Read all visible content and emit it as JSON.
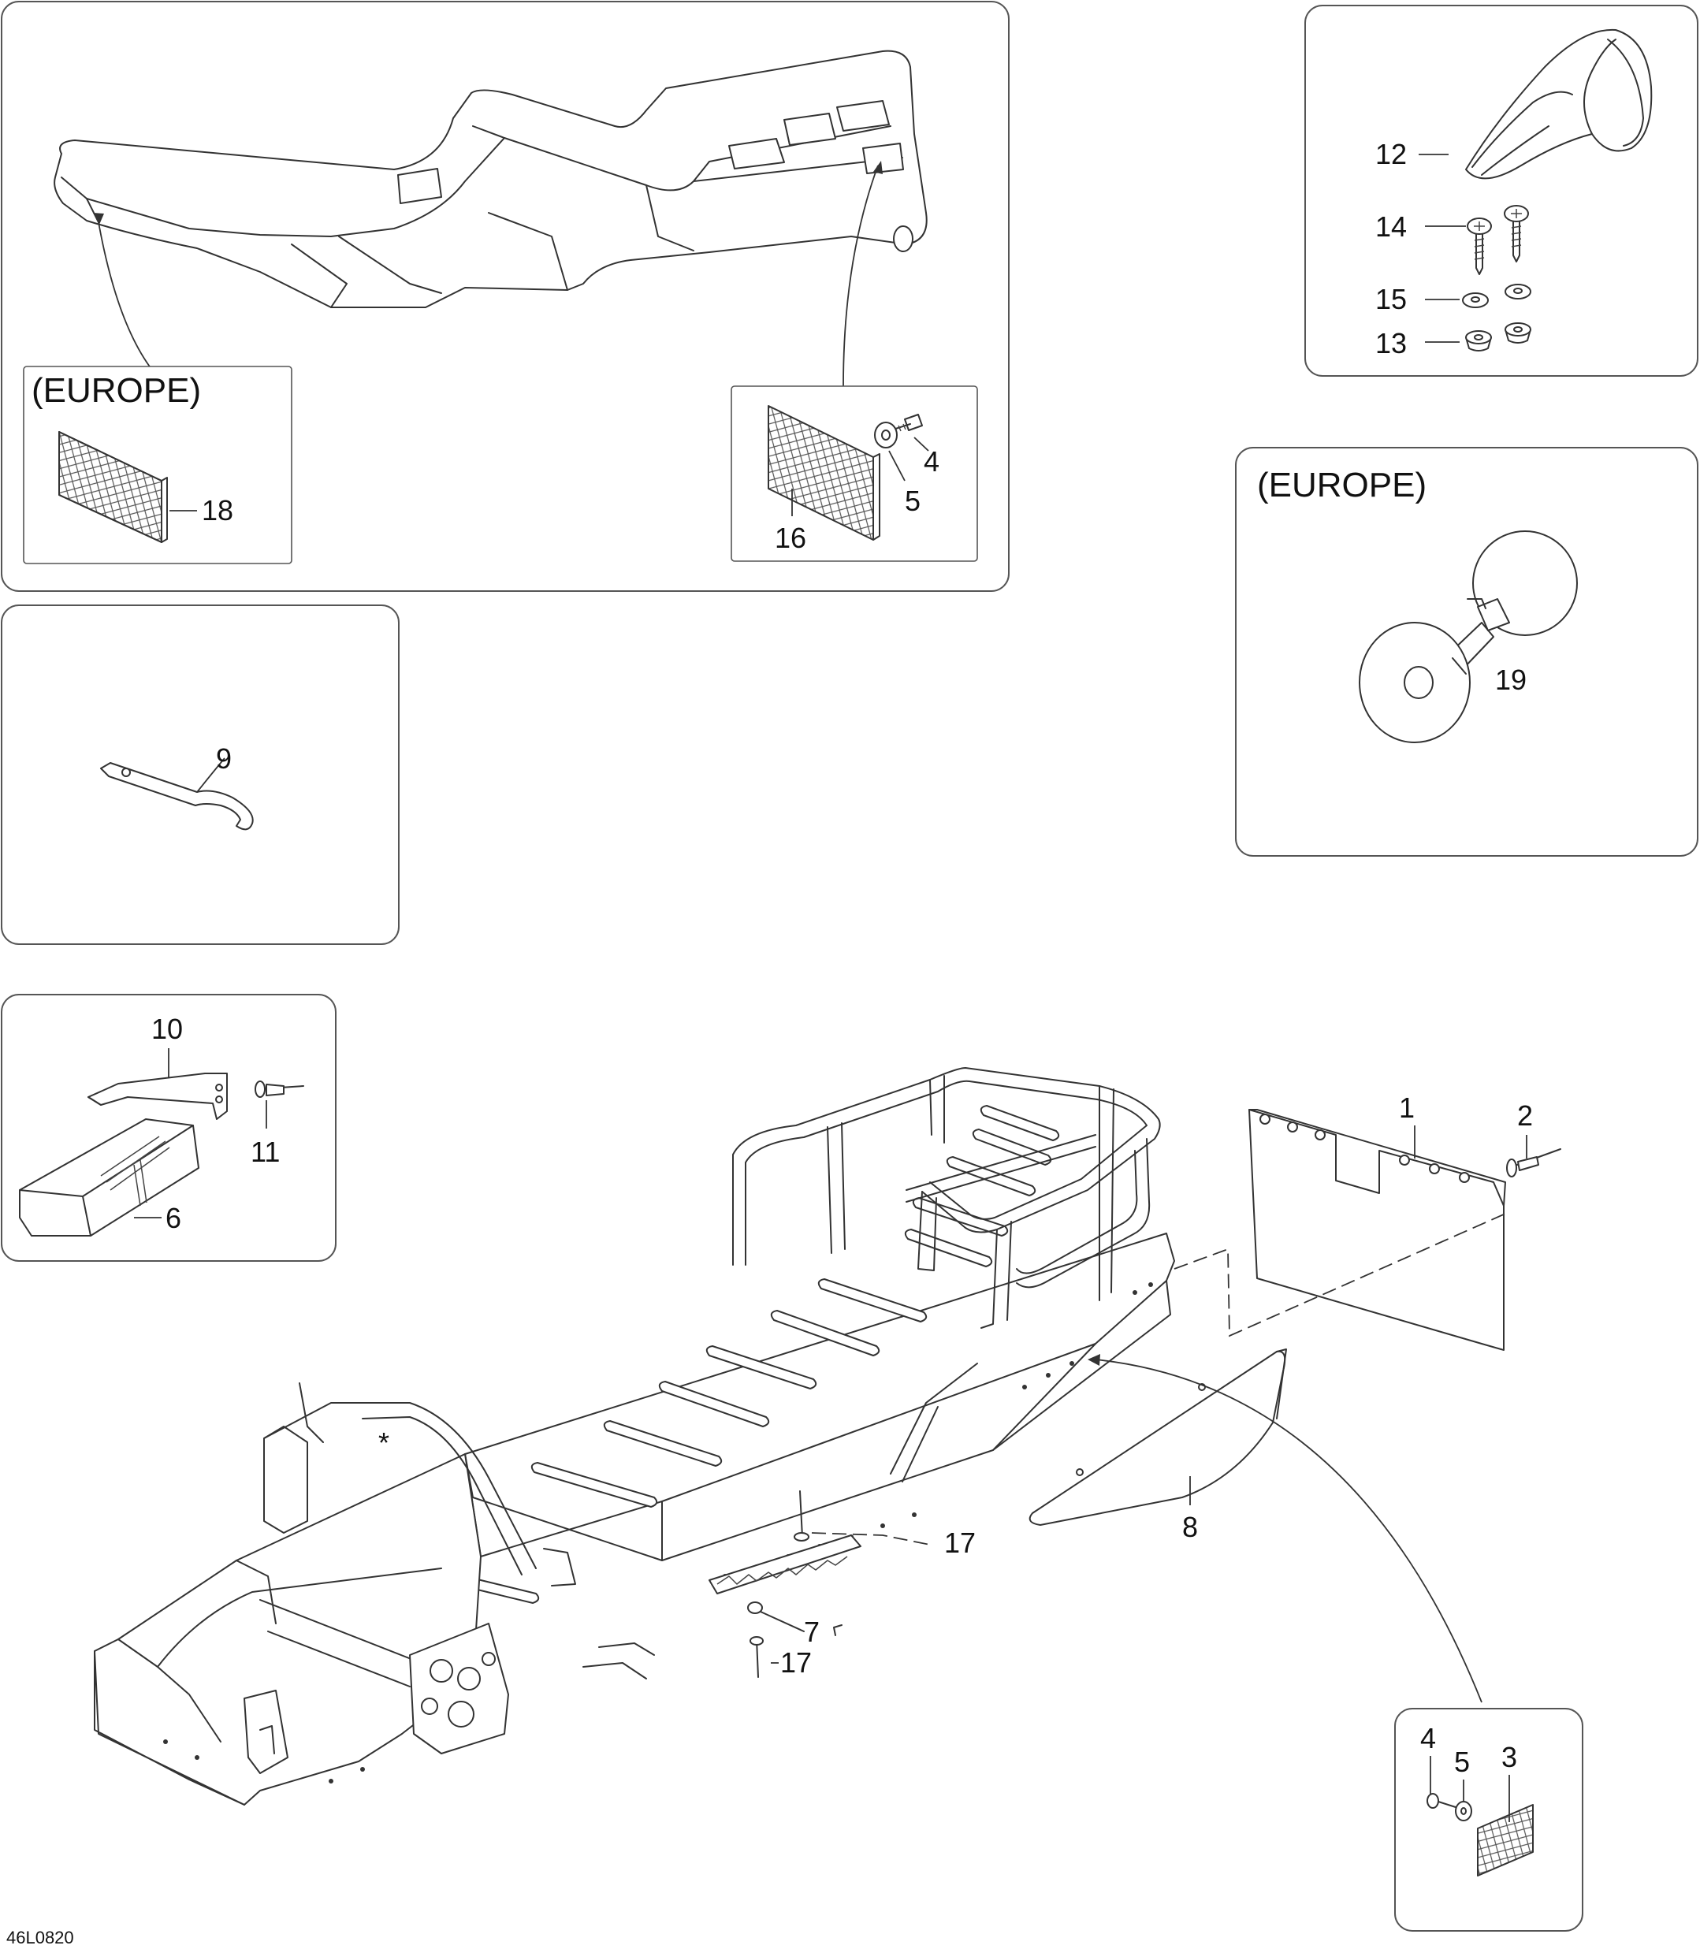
{
  "region_labels": {
    "europe_reflector": "(EUROPE)",
    "europe_horn": "(EUROPE)"
  },
  "callouts": {
    "c1": "1",
    "c2": "2",
    "c3": "3",
    "c4a": "4",
    "c4b": "4",
    "c5a": "5",
    "c5b": "5",
    "c6": "6",
    "c7": "7",
    "c8": "8",
    "c9": "9",
    "c10": "10",
    "c11": "11",
    "c12": "12",
    "c13": "13",
    "c14": "14",
    "c15": "15",
    "c16": "16",
    "c17a": "17",
    "c17b": "17",
    "c18": "18",
    "c19": "19"
  },
  "marker": "*",
  "drawing_code": "46L0820"
}
